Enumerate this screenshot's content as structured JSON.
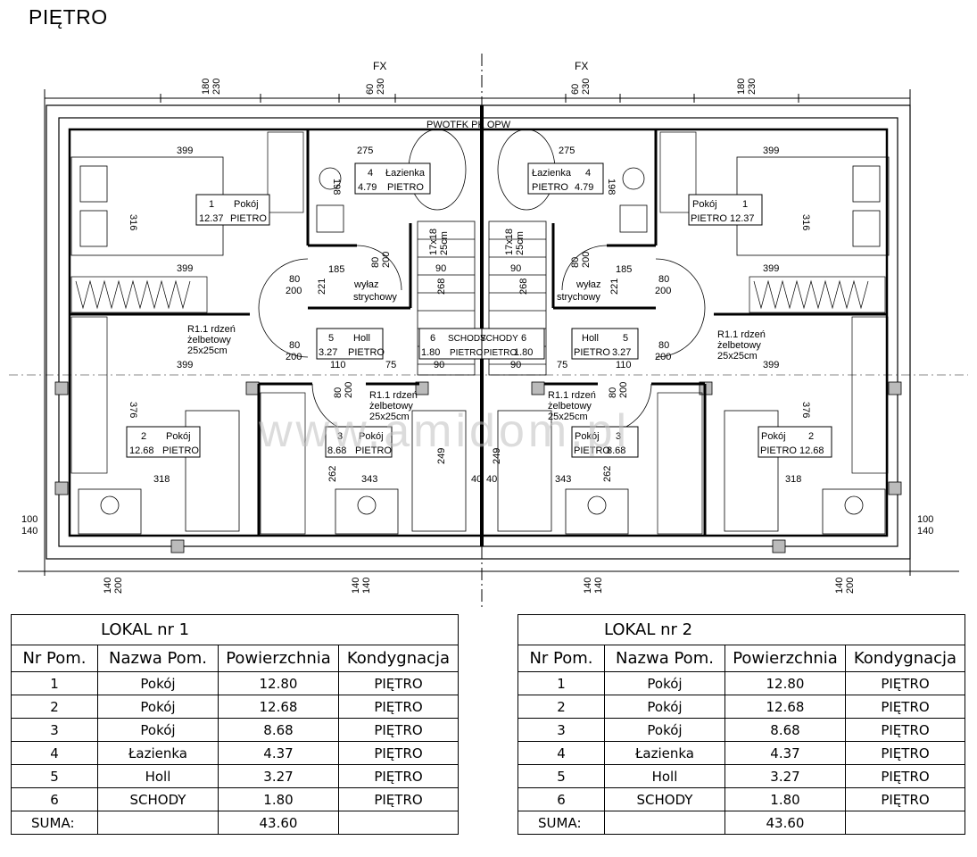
{
  "header": {
    "title": "PIĘTRO"
  },
  "plan": {
    "watermark": "www.amidom.pl",
    "axis_labels": [
      "FX",
      "FX"
    ],
    "center_label": "PWOTFK PK OPW",
    "dim_top": [
      {
        "a": "180",
        "b": "230"
      },
      {
        "a": "60",
        "b": "230"
      },
      {
        "a": "60",
        "b": "230"
      },
      {
        "a": "180",
        "b": "230"
      }
    ],
    "dim_bottom": [
      {
        "a": "140",
        "b": "200"
      },
      {
        "a": "140",
        "b": "140"
      },
      {
        "a": "140",
        "b": "140"
      },
      {
        "a": "140",
        "b": "200"
      }
    ],
    "dim_side": [
      {
        "a": "100",
        "b": "140"
      },
      {
        "a": "100",
        "b": "140"
      }
    ],
    "room_tags": [
      {
        "num": "1",
        "name": "Pokój",
        "area": "12.37",
        "level": "PIETRO"
      },
      {
        "num": "2",
        "name": "Pokój",
        "area": "12.68",
        "level": "PIETRO"
      },
      {
        "num": "3",
        "name": "Pokój",
        "area": "8.68",
        "level": "PIETRO"
      },
      {
        "num": "4",
        "name": "Łazienka",
        "area": "4.79",
        "level": "PIETRO"
      },
      {
        "num": "5",
        "name": "Holl",
        "area": "3.27",
        "level": "PIETRO"
      },
      {
        "num": "6",
        "name": "SCHODY",
        "area": "1.80",
        "level": "PIETRO"
      },
      {
        "num": "1",
        "name": "Pokój",
        "area": "12.37",
        "level": "PIETRO"
      },
      {
        "num": "2",
        "name": "Pokój",
        "area": "12.68",
        "level": "PIETRO"
      },
      {
        "num": "3",
        "name": "Pokój",
        "area": "8.68",
        "level": "PIETRO"
      },
      {
        "num": "4",
        "name": "Łazienka",
        "area": "4.79",
        "level": "PIETRO"
      },
      {
        "num": "5",
        "name": "Holl",
        "area": "3.27",
        "level": "PIETRO"
      },
      {
        "num": "6",
        "name": "SCHODY",
        "area": "1.80",
        "level": "PIETRO"
      }
    ],
    "dims": [
      "399",
      "316",
      "399",
      "275",
      "198",
      "185",
      "221",
      "268",
      "90",
      "399",
      "376",
      "318",
      "343",
      "262",
      "249",
      "110",
      "75",
      "90",
      "40",
      "399",
      "316",
      "399",
      "275",
      "198",
      "185",
      "221",
      "268",
      "90",
      "399",
      "376",
      "318",
      "343",
      "262",
      "249",
      "110",
      "75",
      "90",
      "40"
    ],
    "door_labels": [
      {
        "a": "80",
        "b": "200"
      },
      {
        "a": "80",
        "b": "200"
      },
      {
        "a": "80",
        "b": "200"
      },
      {
        "a": "80",
        "b": "200"
      },
      {
        "a": "80",
        "b": "200"
      },
      {
        "a": "80",
        "b": "200"
      },
      {
        "a": "80",
        "b": "200"
      },
      {
        "a": "80",
        "b": "200"
      }
    ],
    "attic_exit": [
      "wyłaz",
      "strychowy"
    ],
    "opening": [
      "17x18",
      "25cm"
    ],
    "column_label": [
      "R1.1 rdzeń",
      "żelbetowy",
      "25x25cm"
    ]
  },
  "tables": [
    {
      "title": "LOKAL nr 1",
      "headers": [
        "Nr Pom.",
        "Nazwa Pom.",
        "Powierzchnia",
        "Kondygnacja"
      ],
      "rows": [
        [
          "1",
          "Pokój",
          "12.80",
          "PIĘTRO"
        ],
        [
          "2",
          "Pokój",
          "12.68",
          "PIĘTRO"
        ],
        [
          "3",
          "Pokój",
          "8.68",
          "PIĘTRO"
        ],
        [
          "4",
          "Łazienka",
          "4.37",
          "PIĘTRO"
        ],
        [
          "5",
          "Holl",
          "3.27",
          "PIĘTRO"
        ],
        [
          "6",
          "SCHODY",
          "1.80",
          "PIĘTRO"
        ]
      ],
      "sum_label": "SUMA:",
      "sum_value": "43.60"
    },
    {
      "title": "LOKAL nr 2",
      "headers": [
        "Nr Pom.",
        "Nazwa Pom.",
        "Powierzchnia",
        "Kondygnacja"
      ],
      "rows": [
        [
          "1",
          "Pokój",
          "12.80",
          "PIĘTRO"
        ],
        [
          "2",
          "Pokój",
          "12.68",
          "PIĘTRO"
        ],
        [
          "3",
          "Pokój",
          "8.68",
          "PIĘTRO"
        ],
        [
          "4",
          "Łazienka",
          "4.37",
          "PIĘTRO"
        ],
        [
          "5",
          "Holl",
          "3.27",
          "PIĘTRO"
        ],
        [
          "6",
          "SCHODY",
          "1.80",
          "PIĘTRO"
        ]
      ],
      "sum_label": "SUMA:",
      "sum_value": "43.60"
    }
  ]
}
